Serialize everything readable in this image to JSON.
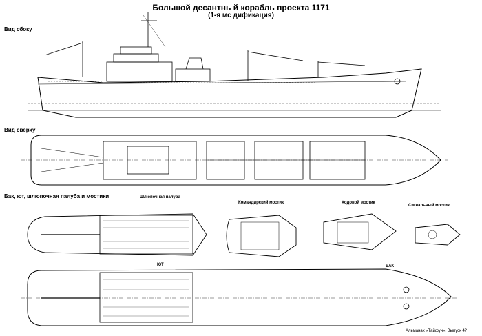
{
  "header": {
    "title": "Большой десантнь й корабль проекта 1171",
    "subtitle": "(1-я мс дификация)"
  },
  "sections": {
    "side_view": "Вид сбоку",
    "top_view": "Вид сверху",
    "decks": "Бак, ют, шлюпочная палуба и мостики"
  },
  "deck_labels": {
    "boat_deck": "Шлюпочная палуба",
    "command_bridge": "Командирский мостик",
    "navigation_bridge": "Ходовой мостик",
    "signal_bridge": "Сигнальный мостик",
    "stern": "ЮТ",
    "bow": "БАК"
  },
  "footer": {
    "credit": "Альманах «Тайфун». Выпуск 4?"
  },
  "colors": {
    "ink": "#000000",
    "paper": "#ffffff"
  }
}
